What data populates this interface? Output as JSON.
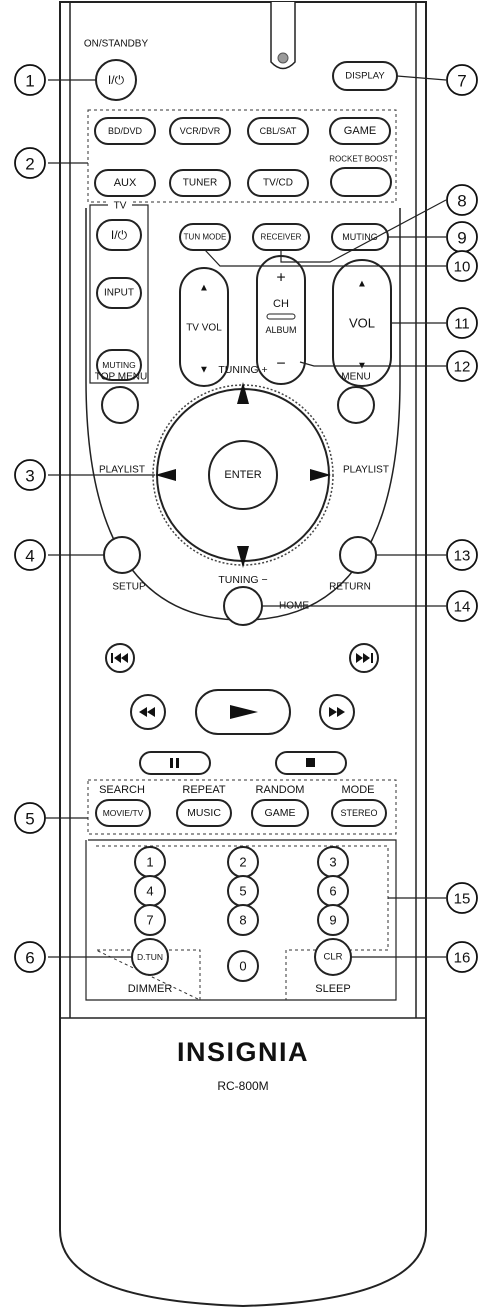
{
  "top_labels": {
    "on_standby": "ON/STANDBY"
  },
  "buttons": {
    "power": "I/⏻",
    "display": "DISPLAY",
    "bd_dvd": "BD/DVD",
    "vcr_dvr": "VCR/DVR",
    "cbl_sat": "CBL/SAT",
    "game": "GAME",
    "aux": "AUX",
    "tuner": "TUNER",
    "tv_cd": "TV/CD",
    "rocket_boost_label": "ROCKET BOOST",
    "tv_label": "TV",
    "tv_power": "I/⏻",
    "tun_mode": "TUN MODE",
    "receiver": "RECEIVER",
    "muting": "MUTING",
    "input": "INPUT",
    "tv_muting": "MUTING",
    "tv_vol": "TV VOL",
    "ch_plus": "+",
    "ch": "CH",
    "album": "ALBUM",
    "ch_minus": "−",
    "vol": "VOL",
    "top_menu": "TOP MENU",
    "menu": "MENU",
    "tuning_plus": "TUNING +",
    "tuning_minus": "TUNING −",
    "enter": "ENTER",
    "playlist_left": "PLAYLIST",
    "playlist_right": "PLAYLIST",
    "setup": "SETUP",
    "return": "RETURN",
    "home": "HOME"
  },
  "mode_row": {
    "search": "SEARCH",
    "repeat": "REPEAT",
    "random": "RANDOM",
    "mode": "MODE",
    "movie_tv": "MOVIE/TV",
    "music": "MUSIC",
    "game": "GAME",
    "stereo": "STEREO"
  },
  "numpad": [
    "1",
    "2",
    "3",
    "4",
    "5",
    "6",
    "7",
    "8",
    "9",
    "0"
  ],
  "d_tun": "D.TUN",
  "clr": "CLR",
  "dimmer": "DIMMER",
  "sleep": "SLEEP",
  "brand": "INSIGNIA",
  "model": "RC-800M",
  "callouts": [
    "1",
    "2",
    "3",
    "4",
    "5",
    "6",
    "7",
    "8",
    "9",
    "10",
    "11",
    "12",
    "13",
    "14",
    "15",
    "16"
  ]
}
